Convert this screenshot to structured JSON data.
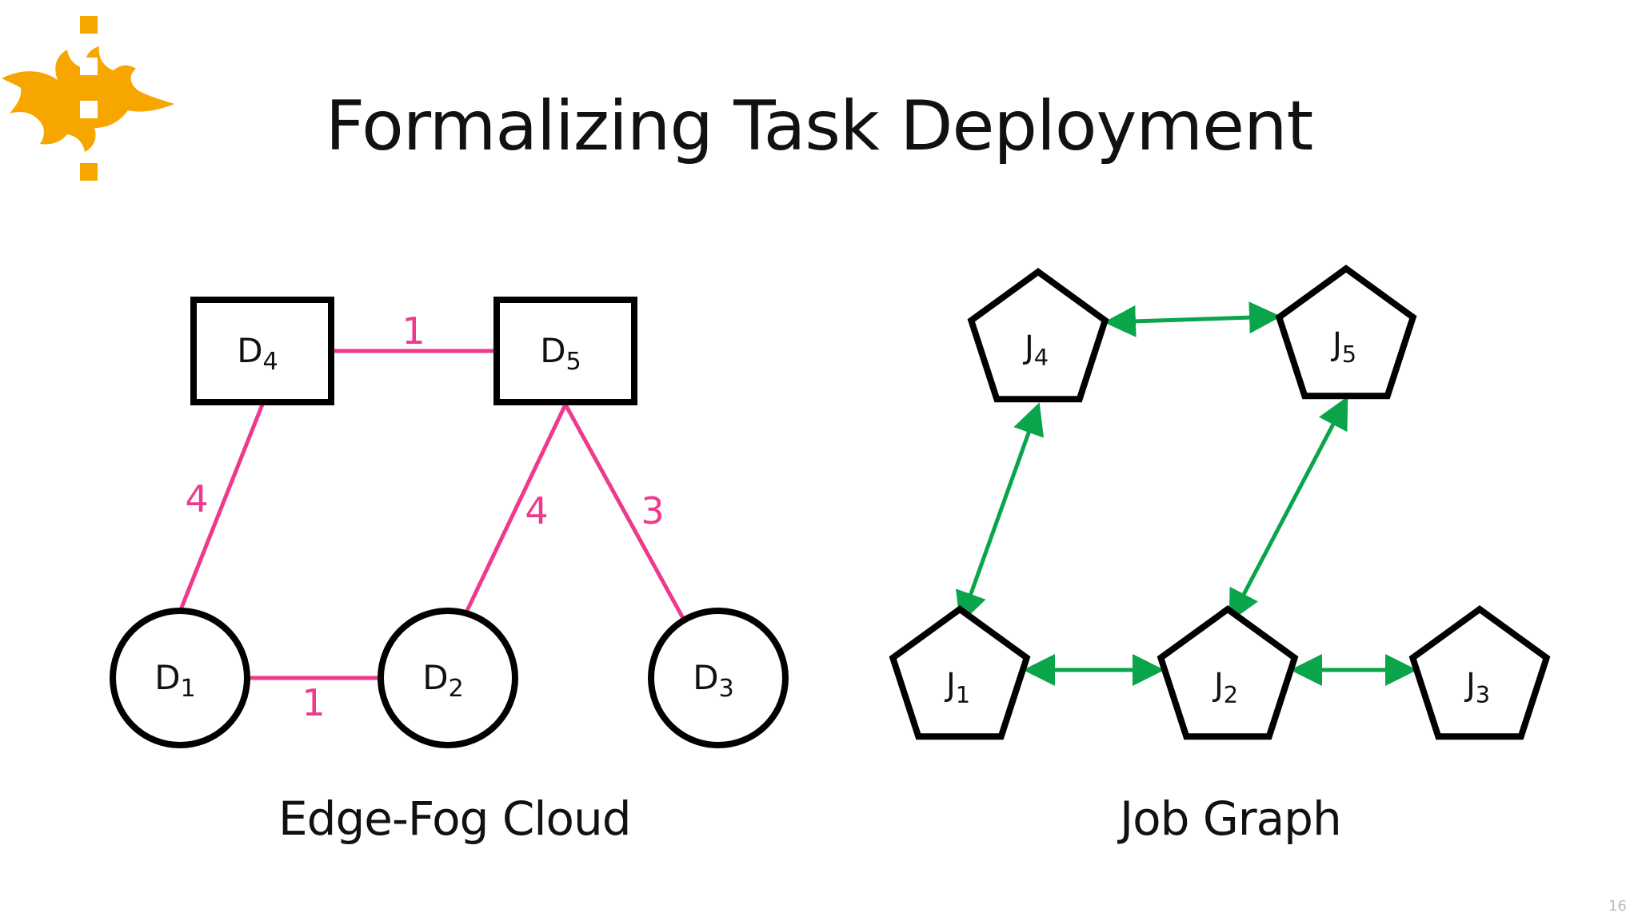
{
  "slide": {
    "title": "Formalizing Task Deployment",
    "page_number": "16"
  },
  "colors": {
    "logo": "#f7a600",
    "edge_link": "#ee3a8c",
    "job_link": "#0aa54a",
    "node_stroke": "#000000"
  },
  "edge_fog_cloud": {
    "caption": "Edge-Fog Cloud",
    "devices": [
      {
        "id": "D1",
        "base": "D",
        "sub": "1",
        "shape": "circle"
      },
      {
        "id": "D2",
        "base": "D",
        "sub": "2",
        "shape": "circle"
      },
      {
        "id": "D3",
        "base": "D",
        "sub": "3",
        "shape": "circle"
      },
      {
        "id": "D4",
        "base": "D",
        "sub": "4",
        "shape": "square"
      },
      {
        "id": "D5",
        "base": "D",
        "sub": "5",
        "shape": "square"
      }
    ],
    "links": [
      {
        "from": "D4",
        "to": "D5",
        "weight": "1"
      },
      {
        "from": "D4",
        "to": "D1",
        "weight": "4"
      },
      {
        "from": "D5",
        "to": "D2",
        "weight": "4"
      },
      {
        "from": "D5",
        "to": "D3",
        "weight": "3"
      },
      {
        "from": "D1",
        "to": "D2",
        "weight": "1"
      }
    ]
  },
  "job_graph": {
    "caption": "Job Graph",
    "jobs": [
      {
        "id": "J1",
        "base": "J",
        "sub": "1"
      },
      {
        "id": "J2",
        "base": "J",
        "sub": "2"
      },
      {
        "id": "J3",
        "base": "J",
        "sub": "3"
      },
      {
        "id": "J4",
        "base": "J",
        "sub": "4"
      },
      {
        "id": "J5",
        "base": "J",
        "sub": "5"
      }
    ],
    "links": [
      {
        "from": "J4",
        "to": "J5",
        "direction": "bidirectional"
      },
      {
        "from": "J4",
        "to": "J1",
        "direction": "bidirectional"
      },
      {
        "from": "J5",
        "to": "J2",
        "direction": "bidirectional"
      },
      {
        "from": "J1",
        "to": "J2",
        "direction": "bidirectional"
      },
      {
        "from": "J2",
        "to": "J3",
        "direction": "bidirectional"
      }
    ]
  }
}
